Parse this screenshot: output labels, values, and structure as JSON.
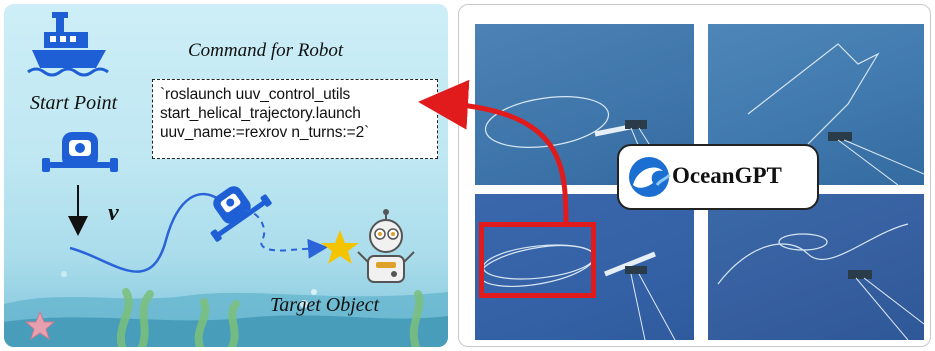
{
  "left_panel": {
    "command_title": "Command for Robot",
    "command_lines": [
      "`roslaunch uuv_control_utils",
      "start_helical_trajectory.launch",
      "uuv_name:=rexrov n_turns:=2`"
    ],
    "start_label": "Start Point",
    "target_label": "Target Object",
    "velocity_symbol": "v"
  },
  "badge": {
    "label": "OceanGPT"
  },
  "colors": {
    "arrow_red": "#e11b1b",
    "robot_blue": "#1f5fd6",
    "path_blue": "#2b63d9",
    "star_yellow": "#f5c400",
    "ocean_blue": "#3f76ab"
  },
  "icons": [
    "ship-icon",
    "uuv-robot-icon",
    "star-icon",
    "target-robot-icon",
    "ocean-wave-logo-icon",
    "seaweed-icon",
    "starfish-icon"
  ]
}
